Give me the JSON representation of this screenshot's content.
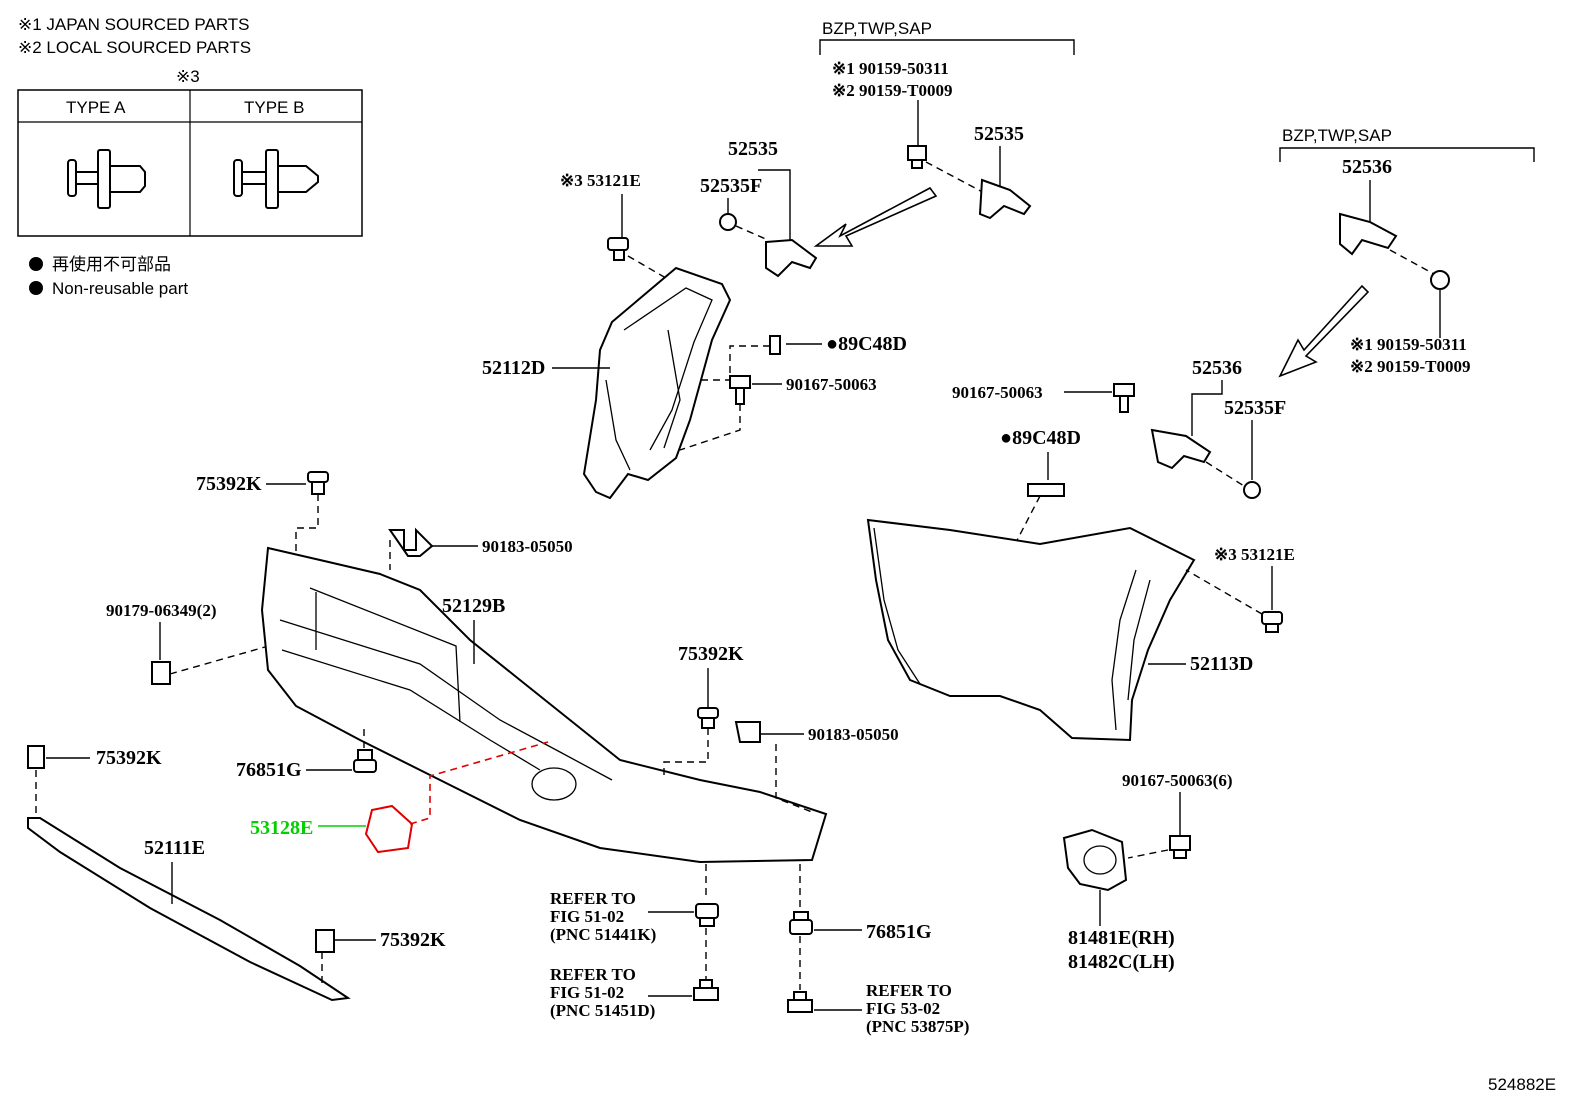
{
  "header": {
    "note1": "※1 JAPAN SOURCED PARTS",
    "note2": "※2 LOCAL SOURCED PARTS",
    "type_mark": "※3",
    "type_a": "TYPE A",
    "type_b": "TYPE B"
  },
  "legend": {
    "jp": "再使用不可部品",
    "en": "Non-reusable part"
  },
  "groups": {
    "left_bzp": "BZP,TWP,SAP",
    "right_bzp": "BZP,TWP,SAP"
  },
  "labels": {
    "l_bolt_jp": "※1 90159-50311",
    "l_bolt_local": "※2 90159-T0009",
    "l_52535_a": "52535",
    "l_52535_b": "52535",
    "l_52535f": "52535F",
    "l_53121e": "※3 53121E",
    "l_52112d": "52112D",
    "l_89c48d": "●89C48D",
    "l_90167_a": "90167-50063",
    "r_52536_a": "52536",
    "r_bolt_jp": "※1 90159-50311",
    "r_bolt_local": "※2 90159-T0009",
    "r_52536_b": "52536",
    "r_52535f": "52535F",
    "r_90167": "90167-50063",
    "r_89c48d": "●89C48D",
    "r_53121e": "※3 53121E",
    "r_52113d": "52113D",
    "c_75392k_top": "75392K",
    "c_90183_a": "90183-05050",
    "c_90179": "90179-06349(2)",
    "c_52129b": "52129B",
    "c_75392k_mid": "75392K",
    "c_90183_b": "90183-05050",
    "c_75392k_left": "75392K",
    "c_76851g_a": "76851G",
    "c_53128e": "53128E",
    "c_52111e": "52111E",
    "c_75392k_bot": "75392K",
    "c_76851g_b": "76851G",
    "c_90167_6": "90167-50063(6)",
    "c_81481e": "81481E(RH)",
    "c_81482c": "81482C(LH)",
    "ref1": [
      "REFER TO",
      "FIG 51-02",
      "(PNC 51441K)"
    ],
    "ref2": [
      "REFER TO",
      "FIG 51-02",
      "(PNC 51451D)"
    ],
    "ref3": [
      "REFER TO",
      "FIG 53-02",
      "(PNC 53875P)"
    ],
    "fig_id": "524882E"
  },
  "colors": {
    "highlight_label": "#00d000",
    "highlight_part": "#e00000"
  }
}
